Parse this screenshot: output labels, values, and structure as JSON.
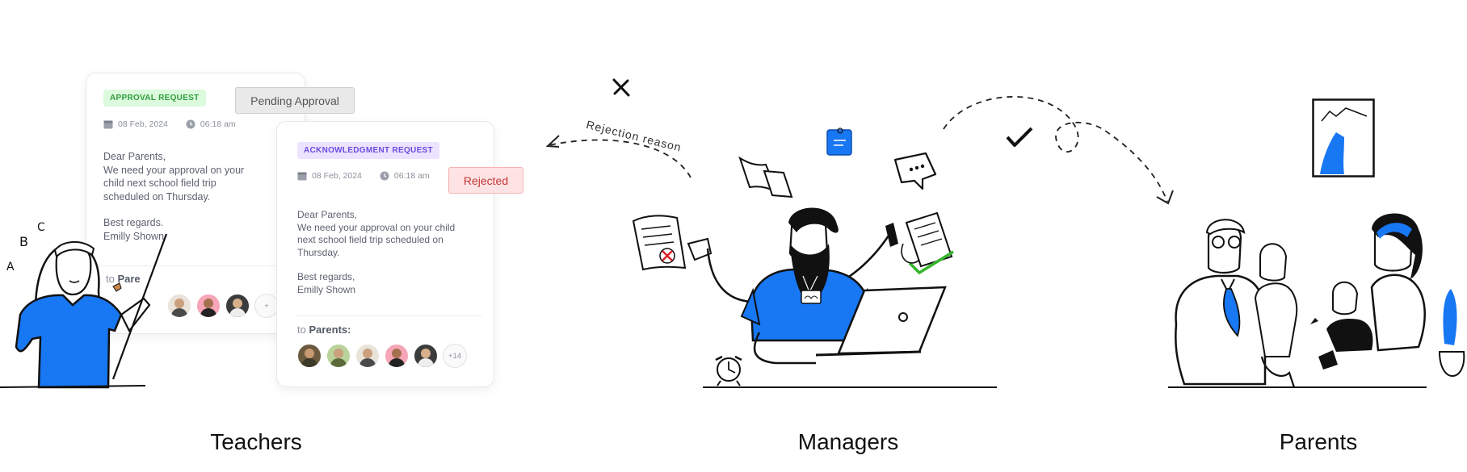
{
  "cards": {
    "approval": {
      "tag": "APPROVAL REQUEST",
      "date": "08 Feb, 2024",
      "time": "06:18 am",
      "message_lines": [
        "Dear Parents,",
        "We need your approval on your",
        "child next school field trip",
        "scheduled on Thursday."
      ],
      "regards": "Best regards.",
      "signature": "Emilly Shown",
      "to_prefix": "to",
      "to_target": "Pare",
      "status": "Pending Approval"
    },
    "acknowledgment": {
      "tag": "ACKNOWLEDGMENT REQUEST",
      "date": "08 Feb, 2024",
      "time": "06:18 am",
      "message_lines": [
        "Dear Parents,",
        "We need your approval on your child",
        "next school field trip scheduled on",
        "Thursday."
      ],
      "regards": "Best regards,",
      "signature": "Emilly Shown",
      "to_prefix": "to",
      "to_target": "Parents:",
      "more_count": "+14",
      "status": "Rejected"
    }
  },
  "annotations": {
    "rejection_reason": "Rejection reason",
    "letters": [
      "A",
      "B",
      "C"
    ]
  },
  "sections": {
    "teachers": "Teachers",
    "managers": "Managers",
    "parents": "Parents"
  },
  "colors": {
    "accent_blue": "#1877f2",
    "approve_green": "#35b52a",
    "reject_red": "#e0242a"
  }
}
